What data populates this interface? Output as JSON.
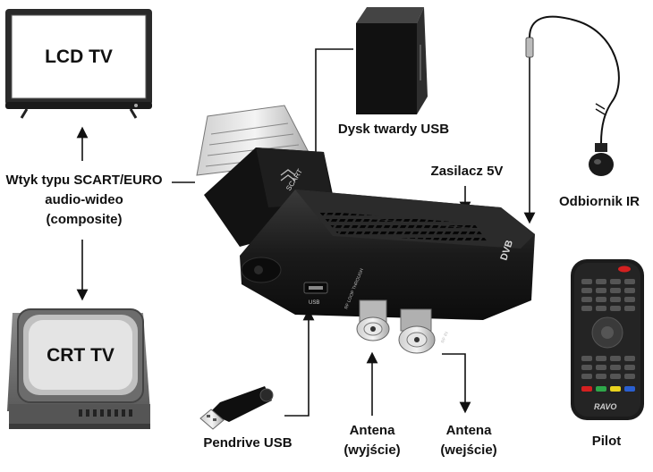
{
  "labels": {
    "lcd_tv": "LCD TV",
    "crt_tv": "CRT TV",
    "scart_line1": "Wtyk typu SCART/EURO",
    "scart_line2": "audio-wideo",
    "scart_line3": "(composite)",
    "hdd": "Dysk twardy USB",
    "power": "Zasilacz 5V",
    "ir": "Odbiornik IR",
    "pilot": "Pilot",
    "pendrive": "Pendrive USB",
    "ant_out_1": "Antena",
    "ant_out_2": "(wyjście)",
    "ant_in_1": "Antena",
    "ant_in_2": "(wejście)"
  },
  "device": {
    "scart_text": "SCART",
    "usb_text": "USB",
    "rf_loop_text": "RF LOOP THROUGH",
    "rf_in_text": "RF IN",
    "dvb_text": "DVB",
    "brand_text": "RAVO"
  },
  "colors": {
    "device_body": "#1c1c1c",
    "label_text": "#111111",
    "remote_red": "#d42020",
    "remote_green": "#2ea84a",
    "remote_yellow": "#e8d21e",
    "remote_blue": "#2a5fd0"
  }
}
